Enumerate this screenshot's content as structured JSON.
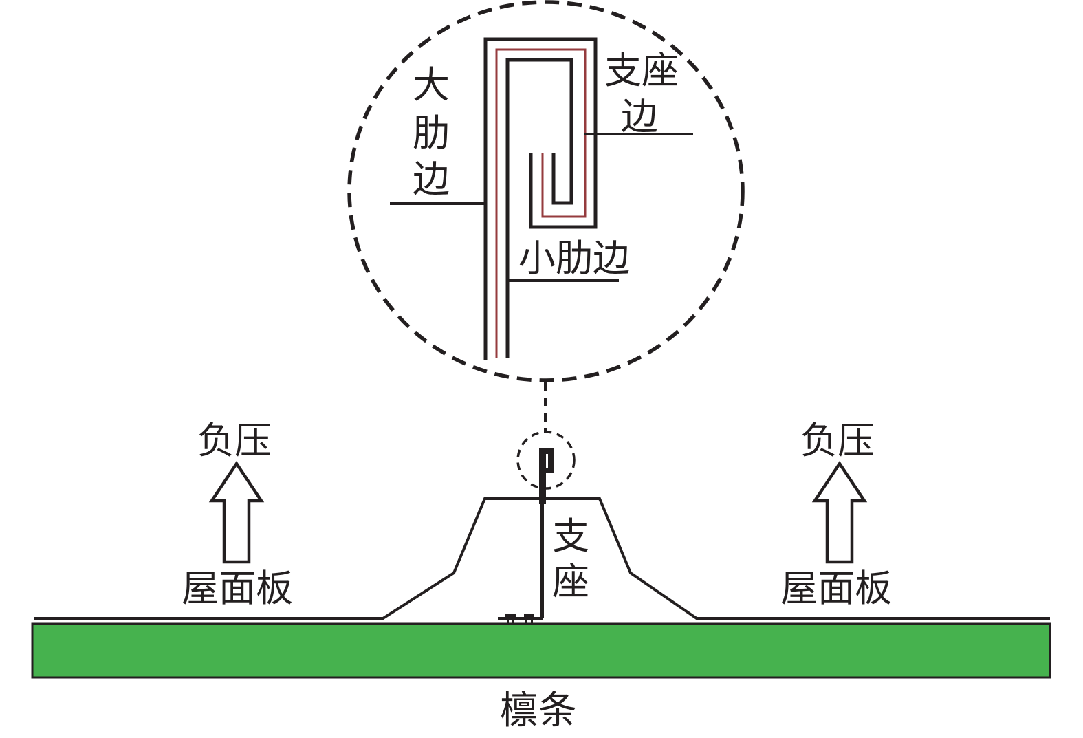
{
  "detail_circle": {
    "big_rib_label": {
      "text": "大肋边",
      "chars": [
        "大",
        "肋",
        "边"
      ]
    },
    "support_edge_label": {
      "text": "支座边",
      "lines": [
        "支座",
        "边"
      ]
    },
    "small_rib_label": "小肋边"
  },
  "main_view": {
    "uplift_left": "负压",
    "uplift_right": "负压",
    "roof_panel_left": "屋面板",
    "roof_panel_right": "屋面板",
    "support_label": {
      "text": "支座",
      "chars": [
        "支",
        "座"
      ]
    },
    "purlin_label": "檩条"
  },
  "colors": {
    "ink": "#231f20",
    "seam_red": "#953b3e",
    "purlin_green": "#46b24e",
    "arrow_fill": "#ffffff",
    "background": "#ffffff"
  }
}
